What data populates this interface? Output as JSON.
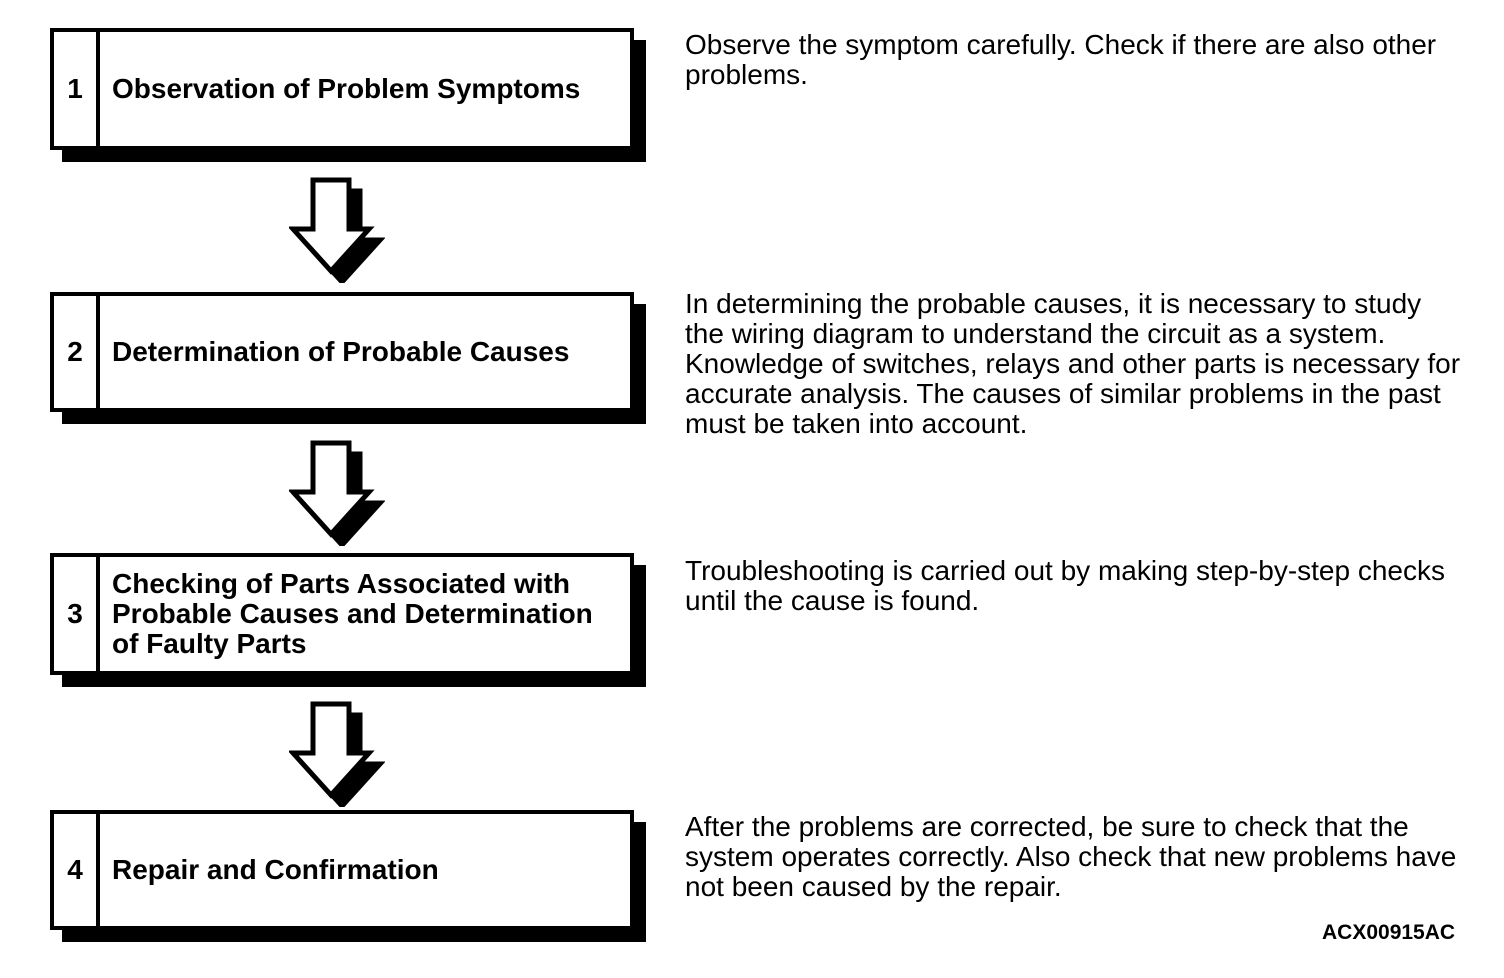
{
  "steps": [
    {
      "number": "1",
      "title": "Observation of Problem Symptoms",
      "description": "Observe the symptom carefully. Check if there are also other problems."
    },
    {
      "number": "2",
      "title": "Determination of Probable Causes",
      "description": "In determining the probable causes, it is necessary to study the wiring diagram to understand the circuit as a system. Knowledge of switches, relays and other parts is necessary for accurate analysis. The causes of similar problems in the past must be taken into account."
    },
    {
      "number": "3",
      "title": "Checking of Parts Associated with Probable Causes and Determination of Faulty Parts",
      "description": "Troubleshooting is carried out by making step-by-step checks until the cause is found."
    },
    {
      "number": "4",
      "title": "Repair and Confirmation",
      "description": "After the problems are corrected, be sure to check that the system operates correctly. Also check that new problems have not been caused by the repair."
    }
  ],
  "figure_code": "ACX00915AC",
  "colors": {
    "foreground": "#000000",
    "background": "#ffffff"
  }
}
